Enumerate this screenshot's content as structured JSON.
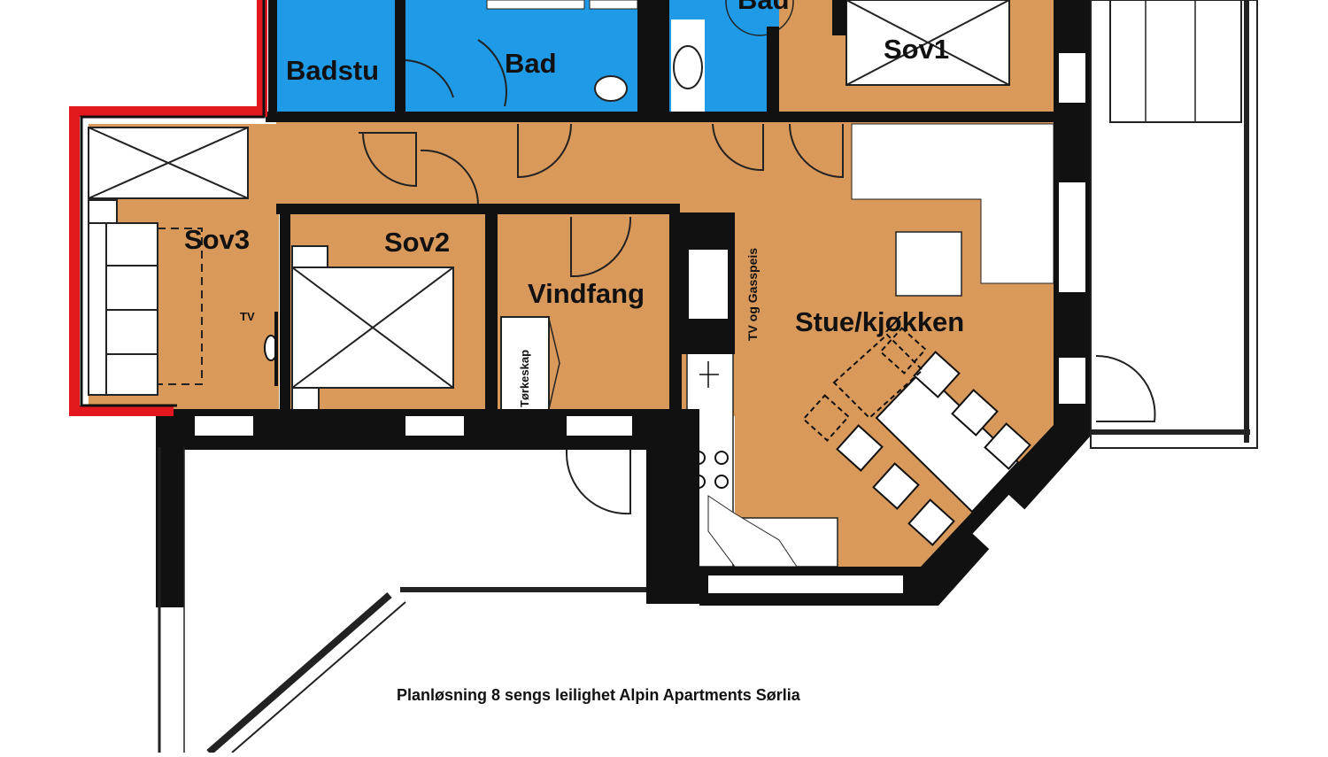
{
  "plan": {
    "caption": "Planløsning 8 sengs leilighet Alpin Apartments Sørlia",
    "rooms": {
      "badstu": "Badstu",
      "bad_left": "Bad",
      "bad_right": "Bad",
      "sov1": "Sov1",
      "sov2": "Sov2",
      "sov3": "Sov3",
      "vindfang": "Vindfang",
      "stue": "Stue/kjøkken"
    },
    "fixtures": {
      "tv": "TV",
      "tv_gas": "TV og Gasspeis",
      "drying_cabinet": "Tørkeskap"
    },
    "colors": {
      "living_floor": "#D9995A",
      "wet_room": "#1F9AE6",
      "wall": "#111111",
      "outline_red": "#E3171E"
    }
  }
}
